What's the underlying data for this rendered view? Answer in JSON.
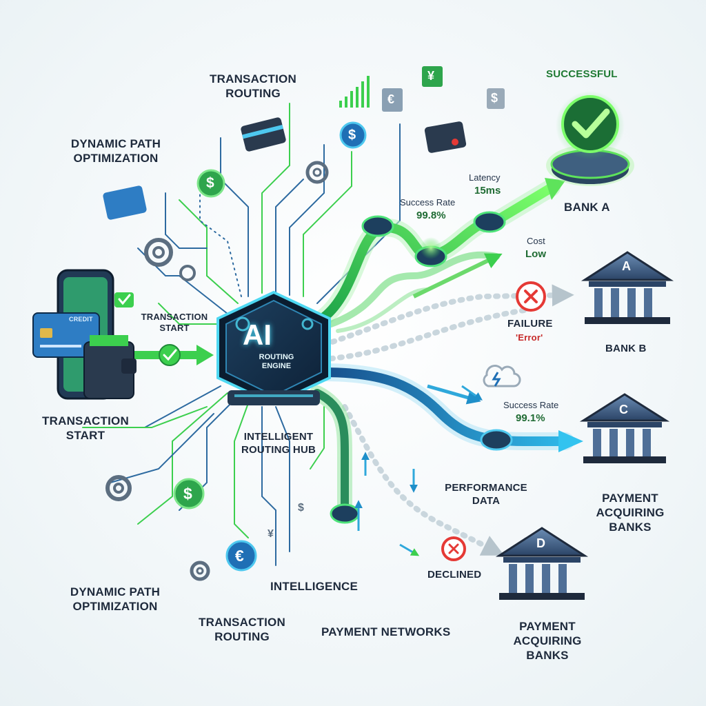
{
  "labels": {
    "transaction_routing_top": "TRANSACTION\nROUTING",
    "dynamic_path_top": "DYNAMIC PATH\nOPTIMIZATION",
    "transaction_start_small": "TRANSACTION\nSTART",
    "transaction_start": "TRANSACTION\nSTART",
    "intelligent_routing_hub": "INTELLIGENT\nROUTING HUB",
    "dynamic_path_bottom": "DYNAMIC PATH\nOPTIMIZATION",
    "transaction_routing_bottom": "TRANSACTION\nROUTING",
    "intelligence": "INTELLIGENCE",
    "payment_networks": "PAYMENT NETWORKS",
    "performance_data": "PERFORMANCE\nDATA",
    "declined": "DECLINED",
    "successful": "SUCCESSFUL",
    "bank_a": "BANK A",
    "bank_b": "BANK B",
    "payment_acquiring_banks_1": "PAYMENT\nACQUIRING\nBANKS",
    "payment_acquiring_banks_2": "PAYMENT\nACQUIRING\nBANKS",
    "failure": "FAILURE",
    "error": "'Error'"
  },
  "hub": {
    "title": "AI",
    "subtitle": "ROUTING\nENGINE"
  },
  "metrics": {
    "latency_label": "Latency",
    "latency_value": "15ms",
    "success_rate_label_1": "Success Rate",
    "success_rate_value_1": "99.8%",
    "cost_label": "Cost",
    "cost_value": "Low",
    "success_rate_label_2": "Success Rate",
    "success_rate_value_2": "99.1%"
  },
  "banks": {
    "c_letter": "C",
    "a_letter": "A",
    "d_letter": "D"
  },
  "card": {
    "brand": "CREDIT"
  },
  "currency": {
    "dollar": "$",
    "euro": "€",
    "yen": "¥"
  },
  "colors": {
    "green": "#3ccf4e",
    "blue": "#1f6fb5",
    "navy": "#1e2a3c",
    "red": "#e53935"
  },
  "icons": [
    "credit-card-icon",
    "wallet-icon",
    "phone-icon",
    "gear-icon",
    "dollar-icon",
    "euro-icon",
    "yen-icon",
    "check-icon",
    "error-icon",
    "bank-icon",
    "cloud-icon",
    "bar-chart-icon"
  ]
}
